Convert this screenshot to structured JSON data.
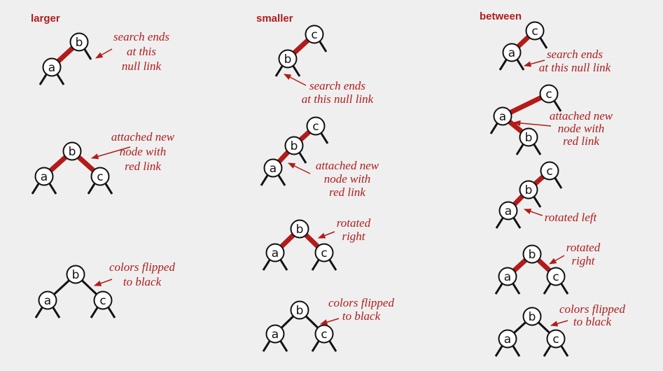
{
  "colors": {
    "red": "#b31b1b",
    "black": "#111111",
    "background": "#efefef"
  },
  "panels": [
    {
      "title": "larger",
      "steps": [
        {
          "nodes": [
            "b",
            "a"
          ],
          "links": [
            {
              "from": "b",
              "to": "a",
              "color": "red"
            }
          ],
          "caption": [
            "search ends",
            "at this",
            "null link"
          ]
        },
        {
          "nodes": [
            "b",
            "a",
            "c"
          ],
          "links": [
            {
              "from": "b",
              "to": "a",
              "color": "red"
            },
            {
              "from": "b",
              "to": "c",
              "color": "red"
            }
          ],
          "caption": [
            "attached new",
            "node with",
            "red link"
          ]
        },
        {
          "nodes": [
            "b",
            "a",
            "c"
          ],
          "links": [
            {
              "from": "b",
              "to": "a",
              "color": "black"
            },
            {
              "from": "b",
              "to": "c",
              "color": "black"
            }
          ],
          "caption": [
            "colors flipped",
            "to black"
          ]
        }
      ]
    },
    {
      "title": "smaller",
      "steps": [
        {
          "nodes": [
            "c",
            "b"
          ],
          "links": [
            {
              "from": "c",
              "to": "b",
              "color": "red"
            }
          ],
          "caption": [
            "search ends",
            "at this null link"
          ]
        },
        {
          "nodes": [
            "c",
            "b",
            "a"
          ],
          "links": [
            {
              "from": "c",
              "to": "b",
              "color": "red"
            },
            {
              "from": "b",
              "to": "a",
              "color": "red"
            }
          ],
          "caption": [
            "attached new",
            "node with",
            "red link"
          ]
        },
        {
          "nodes": [
            "b",
            "a",
            "c"
          ],
          "links": [
            {
              "from": "b",
              "to": "a",
              "color": "red"
            },
            {
              "from": "b",
              "to": "c",
              "color": "red"
            }
          ],
          "caption": [
            "rotated",
            "right"
          ]
        },
        {
          "nodes": [
            "b",
            "a",
            "c"
          ],
          "links": [
            {
              "from": "b",
              "to": "a",
              "color": "black"
            },
            {
              "from": "b",
              "to": "c",
              "color": "black"
            }
          ],
          "caption": [
            "colors flipped",
            "to black"
          ]
        }
      ]
    },
    {
      "title": "between",
      "steps": [
        {
          "nodes": [
            "c",
            "a"
          ],
          "links": [
            {
              "from": "c",
              "to": "a",
              "color": "red"
            }
          ],
          "caption": [
            "search ends",
            "at this null link"
          ]
        },
        {
          "nodes": [
            "c",
            "a",
            "b"
          ],
          "links": [
            {
              "from": "c",
              "to": "a",
              "color": "red"
            },
            {
              "from": "a",
              "to": "b",
              "color": "red"
            }
          ],
          "caption": [
            "attached new",
            "node with",
            "red link"
          ]
        },
        {
          "nodes": [
            "c",
            "b",
            "a"
          ],
          "links": [
            {
              "from": "c",
              "to": "b",
              "color": "red"
            },
            {
              "from": "b",
              "to": "a",
              "color": "red"
            }
          ],
          "caption": [
            "rotated left"
          ]
        },
        {
          "nodes": [
            "b",
            "a",
            "c"
          ],
          "links": [
            {
              "from": "b",
              "to": "a",
              "color": "red"
            },
            {
              "from": "b",
              "to": "c",
              "color": "red"
            }
          ],
          "caption": [
            "rotated",
            "right"
          ]
        },
        {
          "nodes": [
            "b",
            "a",
            "c"
          ],
          "links": [
            {
              "from": "b",
              "to": "a",
              "color": "black"
            },
            {
              "from": "b",
              "to": "c",
              "color": "black"
            }
          ],
          "caption": [
            "colors flipped",
            "to black"
          ]
        }
      ]
    }
  ]
}
